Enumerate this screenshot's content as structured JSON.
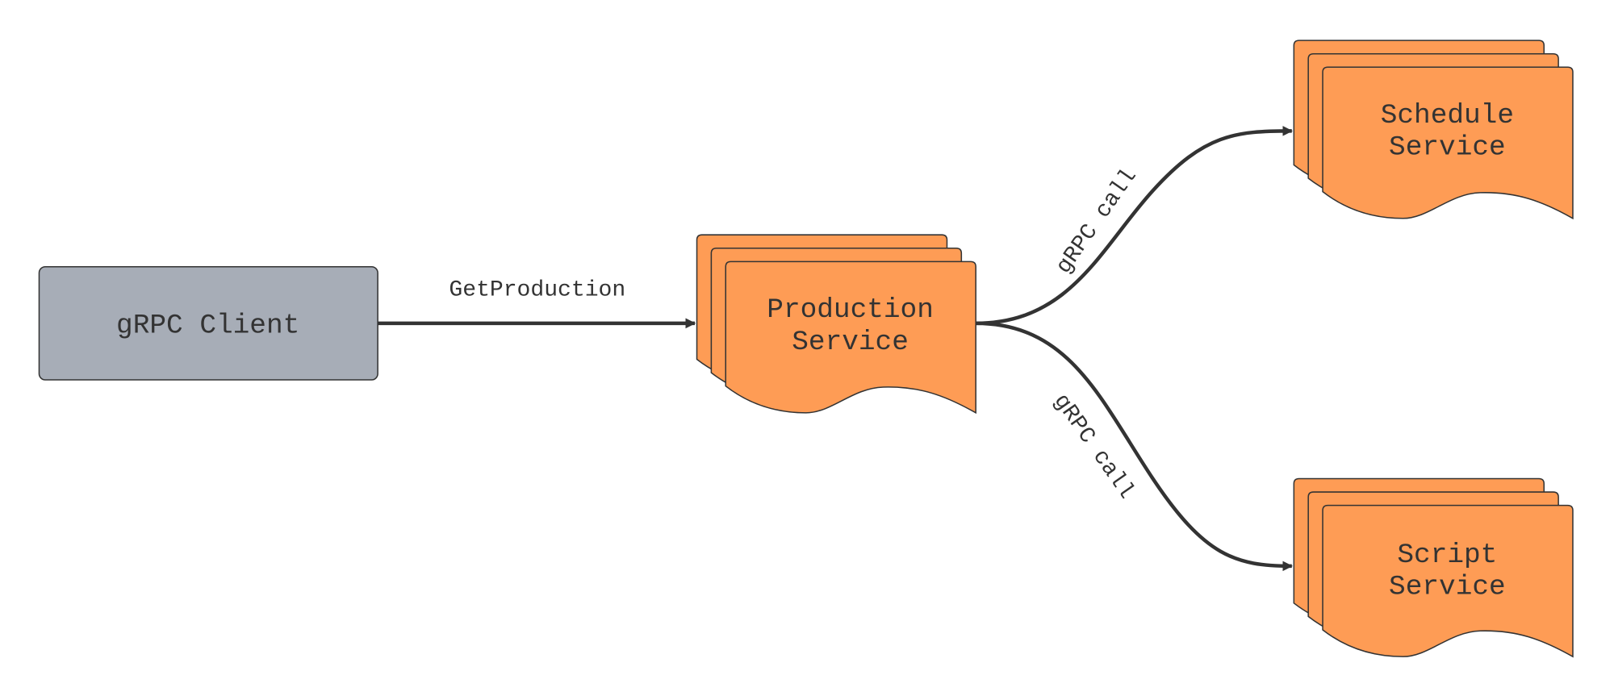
{
  "colors": {
    "client_fill": "#a7adb7",
    "service_fill": "#fe9c55",
    "stroke": "#333333"
  },
  "nodes": {
    "client": {
      "label": "gRPC Client"
    },
    "production": {
      "line1": "Production",
      "line2": "Service"
    },
    "schedule": {
      "line1": "Schedule",
      "line2": "Service"
    },
    "script": {
      "line1": "Script",
      "line2": "Service"
    }
  },
  "edges": {
    "client_to_production": {
      "label": "GetProduction"
    },
    "production_to_schedule": {
      "label": "gRPC call"
    },
    "production_to_script": {
      "label": "gRPC call"
    }
  }
}
